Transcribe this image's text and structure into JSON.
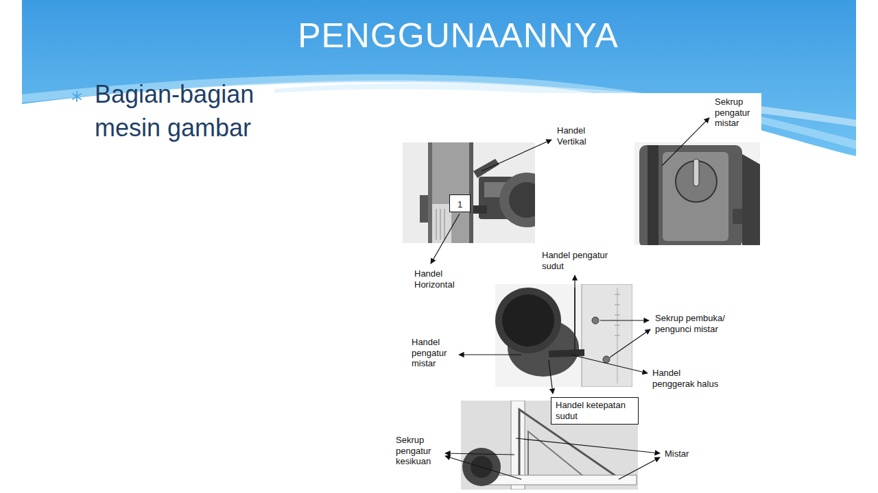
{
  "diagram": {
    "title": "PENGGUNAANNYA",
    "nodes": [
      {
        "text": [
          "1"
        ]
      },
      {
        "text": [
          "Handel ketepatan sudut"
        ]
      }
    ],
    "labels": [
      "Bagian-bagian mesin gambar",
      "Handel Vertikal",
      "Sekrup pengatur mistar",
      "Handel Horizontal",
      "Handel pengatur sudut",
      "Sekrup pembuka/ pengunci mistar",
      "Handel pengatur mistar",
      "Handel penggerak halus",
      "Sekrup pengatur kesikuan",
      "Mistar"
    ]
  }
}
